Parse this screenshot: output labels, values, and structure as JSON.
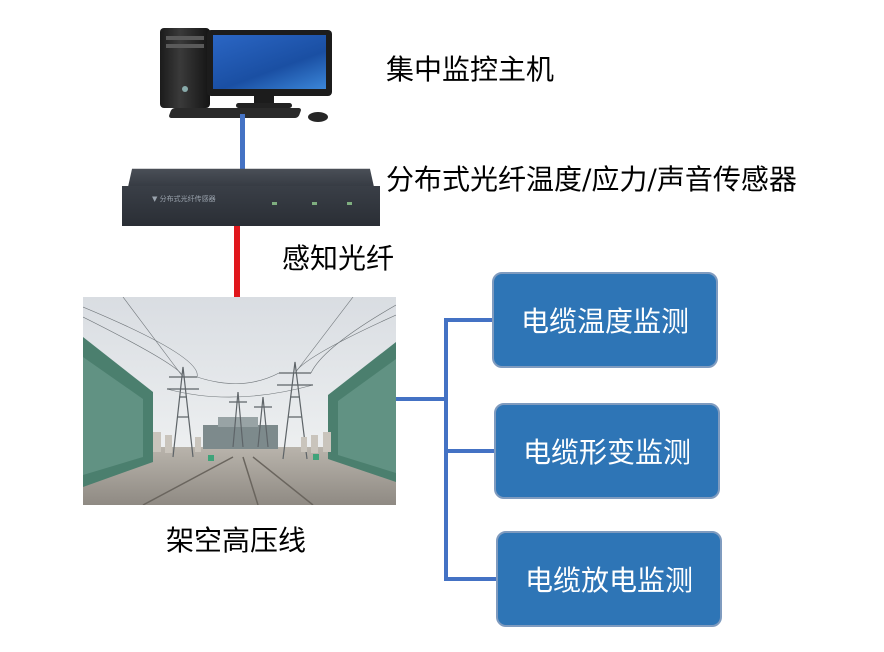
{
  "labels": {
    "host": "集中监控主机",
    "sensor": "分布式光纤温度/应力/声音传感器",
    "fiber": "感知光纤",
    "line": "架空高压线"
  },
  "boxes": [
    {
      "label": "电缆温度监测"
    },
    {
      "label": "电缆形变监测"
    },
    {
      "label": "电缆放电监测"
    }
  ],
  "colors": {
    "connector": "#4472c4",
    "fiber": "#e0161c",
    "box_fill": "#2e75b6",
    "box_border": "#7f9bbf"
  }
}
